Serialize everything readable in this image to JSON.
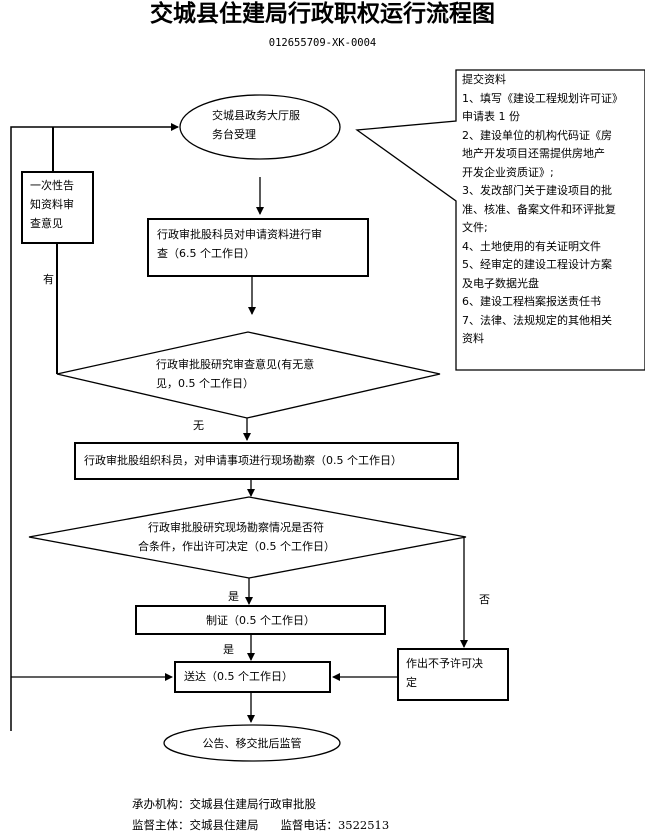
{
  "header": {
    "title": "交城县住建局行政职权运行流程图",
    "doc_code": "012655709-XK-0004"
  },
  "nodes": {
    "accept": {
      "shape": "ellipse",
      "lines": [
        "交城县政务大厅服",
        "务台受理"
      ]
    },
    "materials": {
      "shape": "callout",
      "heading": "提交资料",
      "lines": [
        "1、填写《建设工程规划许可证》",
        "申请表 1 份",
        "2、建设单位的机构代码证《房",
        "地产开发项目还需提供房地产",
        "开发企业资质证》;",
        "3、发改部门关于建设项目的批",
        "准、核准、备案文件和环评批复",
        "文件;",
        "4、土地使用的有关证明文件",
        "5、经审定的建设工程设计方案",
        "及电子数据光盘",
        "6、建设工程档案报送责任书",
        "7、法律、法规规定的其他相关",
        "资料"
      ]
    },
    "notice": {
      "shape": "box",
      "lines": [
        "一次性告",
        "知资料审",
        "查意见"
      ]
    },
    "review": {
      "shape": "box",
      "lines": [
        "行政审批股科员对申请资料进行审",
        "查（6.5 个工作日）"
      ]
    },
    "study_opinion": {
      "shape": "diamond",
      "lines": [
        "行政审批股研究审查意见(有无意",
        "见，0.5 个工作日）"
      ]
    },
    "site_survey": {
      "shape": "box",
      "lines": [
        "行政审批股组织科员，对申请事项进行现场勘察（0.5 个工作日）"
      ]
    },
    "decision": {
      "shape": "diamond",
      "lines": [
        "行政审批股研究现场勘察情况是否符",
        "合条件，作出许可决定（0.5 个工作日）"
      ]
    },
    "certificate": {
      "shape": "box",
      "lines": [
        "制证（0.5 个工作日）"
      ]
    },
    "deliver": {
      "shape": "box",
      "lines": [
        "送达（0.5 个工作日）"
      ]
    },
    "reject": {
      "shape": "box",
      "lines": [
        "作出不予许可决",
        "定"
      ]
    },
    "publish": {
      "shape": "ellipse",
      "lines": [
        "公告、移交批后监管"
      ]
    }
  },
  "edge_labels": {
    "has_opinion": "有",
    "no_opinion": "无",
    "yes_1": "是",
    "yes_2": "是",
    "no": "否"
  },
  "edges": [
    {
      "from": "accept",
      "to": "review"
    },
    {
      "from": "review",
      "to": "study_opinion"
    },
    {
      "from": "study_opinion",
      "to": "notice",
      "label": "有"
    },
    {
      "from": "notice",
      "to": "accept"
    },
    {
      "from": "study_opinion",
      "to": "site_survey",
      "label": "无"
    },
    {
      "from": "site_survey",
      "to": "decision"
    },
    {
      "from": "decision",
      "to": "certificate",
      "label": "是"
    },
    {
      "from": "certificate",
      "to": "deliver",
      "label": "是"
    },
    {
      "from": "decision",
      "to": "reject",
      "label": "否"
    },
    {
      "from": "reject",
      "to": "deliver"
    },
    {
      "from": "deliver",
      "to": "publish"
    },
    {
      "from": "loop-left",
      "to": "accept"
    },
    {
      "from": "loop-left",
      "to": "deliver"
    }
  ],
  "footer": {
    "org_label": "承办机构：",
    "org_value": "交城县住建局行政审批股",
    "supervisor_label": "监督主体：",
    "supervisor_value": "交城县住建局",
    "phone_label": "监督电话：",
    "phone_value": "3522513"
  }
}
